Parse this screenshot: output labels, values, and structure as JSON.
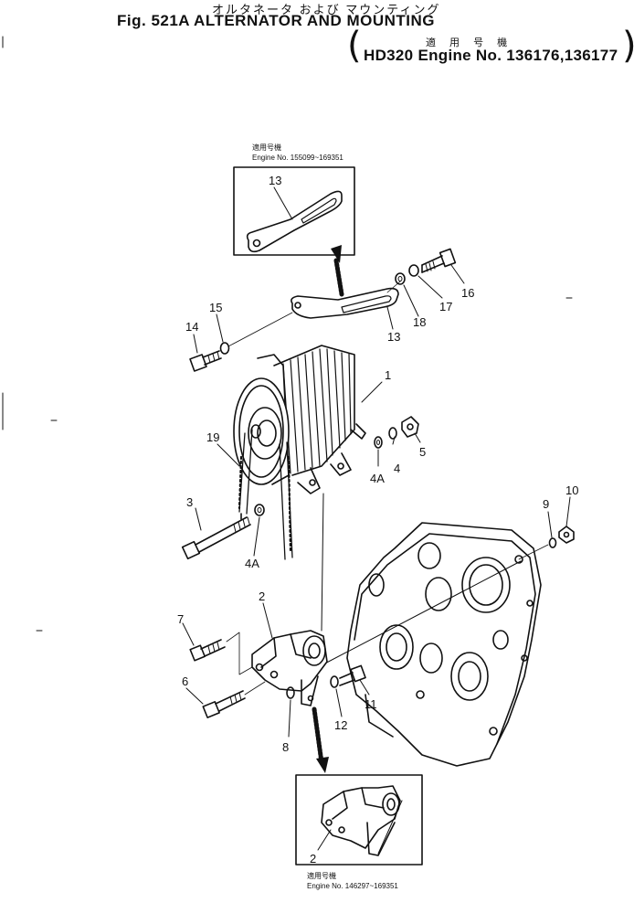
{
  "header": {
    "jp_title": "オルタネータ および マウンティング",
    "fig_title": "Fig. 521A  ALTERNATOR AND MOUNTING",
    "applicable_label": "適 用 号 機",
    "engine_line": "HD320 Engine No. 136176,136177"
  },
  "insets": {
    "top": {
      "jp": "適用号機",
      "engine": "Engine  No. 155099~169351",
      "callout": "13"
    },
    "bottom": {
      "jp": "適用号機",
      "engine": "Engine  No. 146297~169351",
      "callout": "2"
    }
  },
  "callouts": {
    "c1": "1",
    "c2": "2",
    "c3": "3",
    "c4": "4",
    "c4a_upper": "4A",
    "c4a_lower": "4A",
    "c5": "5",
    "c6": "6",
    "c7": "7",
    "c8": "8",
    "c9": "9",
    "c10": "10",
    "c11": "11",
    "c12": "12",
    "c13": "13",
    "c14": "14",
    "c15": "15",
    "c16": "16",
    "c17": "17",
    "c18": "18",
    "c19": "19"
  }
}
